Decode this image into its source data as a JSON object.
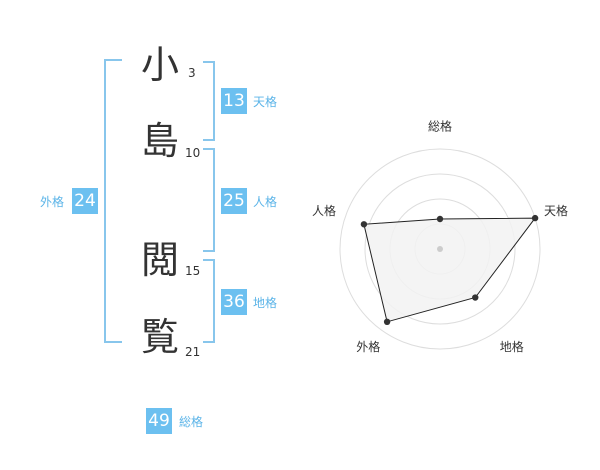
{
  "name": {
    "chars": [
      {
        "char": "小",
        "strokes": "3"
      },
      {
        "char": "島",
        "strokes": "10"
      },
      {
        "char": "閲",
        "strokes": "15"
      },
      {
        "char": "覧",
        "strokes": "21"
      }
    ]
  },
  "fortune": {
    "tenkaku": {
      "value": "13",
      "label": "天格"
    },
    "jinkaku": {
      "value": "25",
      "label": "人格"
    },
    "chikaku": {
      "value": "36",
      "label": "地格"
    },
    "gaikaku": {
      "value": "24",
      "label": "外格"
    },
    "soukaku": {
      "value": "49",
      "label": "総格"
    }
  },
  "colors": {
    "accent": "#6cc0f0",
    "bracket": "#88c6ec",
    "label": "#5bb4e8",
    "grid": "#dddddd",
    "polygon_fill": "#f2f2f2"
  },
  "chart_data": {
    "type": "radar",
    "axes": [
      "総格",
      "天格",
      "地格",
      "外格",
      "人格"
    ],
    "values": [
      0.3,
      1.0,
      0.6,
      0.9,
      0.8
    ],
    "range": [
      0,
      1
    ],
    "rings": 4,
    "grid": true,
    "legend": "none"
  }
}
